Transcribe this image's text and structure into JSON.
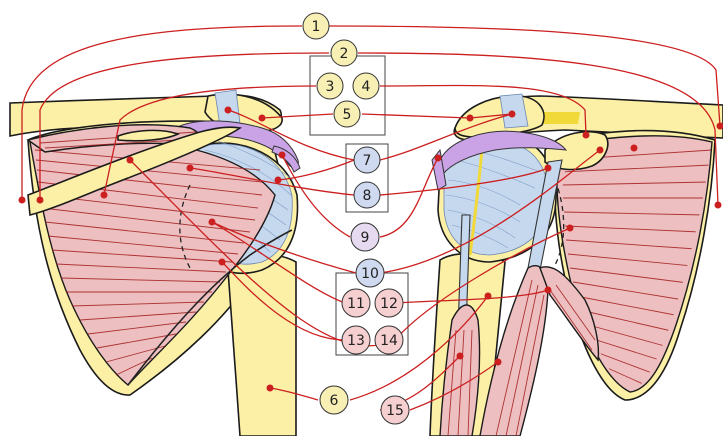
{
  "colors": {
    "bone": "#fbf0a6",
    "muscle": "#eebfc0",
    "muscle_fiber": "#a01a1a",
    "cartilage": "#c9a3e6",
    "capsule": "#c5d8ee",
    "leader": "#cc1f1f",
    "bubble_yellow": "#f7efb4",
    "bubble_blue": "#cfd9ef",
    "bubble_purple": "#e6daf0",
    "bubble_pink": "#f6cfd0"
  },
  "labels": [
    {
      "id": "label-1",
      "text": "1",
      "color": "bubble_yellow"
    },
    {
      "id": "label-2",
      "text": "2",
      "color": "bubble_yellow"
    },
    {
      "id": "label-3",
      "text": "3",
      "color": "bubble_yellow"
    },
    {
      "id": "label-4",
      "text": "4",
      "color": "bubble_yellow"
    },
    {
      "id": "label-5",
      "text": "5",
      "color": "bubble_yellow"
    },
    {
      "id": "label-6",
      "text": "6",
      "color": "bubble_yellow"
    },
    {
      "id": "label-7",
      "text": "7",
      "color": "bubble_blue"
    },
    {
      "id": "label-8",
      "text": "8",
      "color": "bubble_blue"
    },
    {
      "id": "label-9",
      "text": "9",
      "color": "bubble_purple"
    },
    {
      "id": "label-10",
      "text": "10",
      "color": "bubble_blue"
    },
    {
      "id": "label-11",
      "text": "11",
      "color": "bubble_pink"
    },
    {
      "id": "label-12",
      "text": "12",
      "color": "bubble_pink"
    },
    {
      "id": "label-13",
      "text": "13",
      "color": "bubble_pink"
    },
    {
      "id": "label-14",
      "text": "14",
      "color": "bubble_pink"
    },
    {
      "id": "label-15",
      "text": "15",
      "color": "bubble_pink"
    }
  ]
}
